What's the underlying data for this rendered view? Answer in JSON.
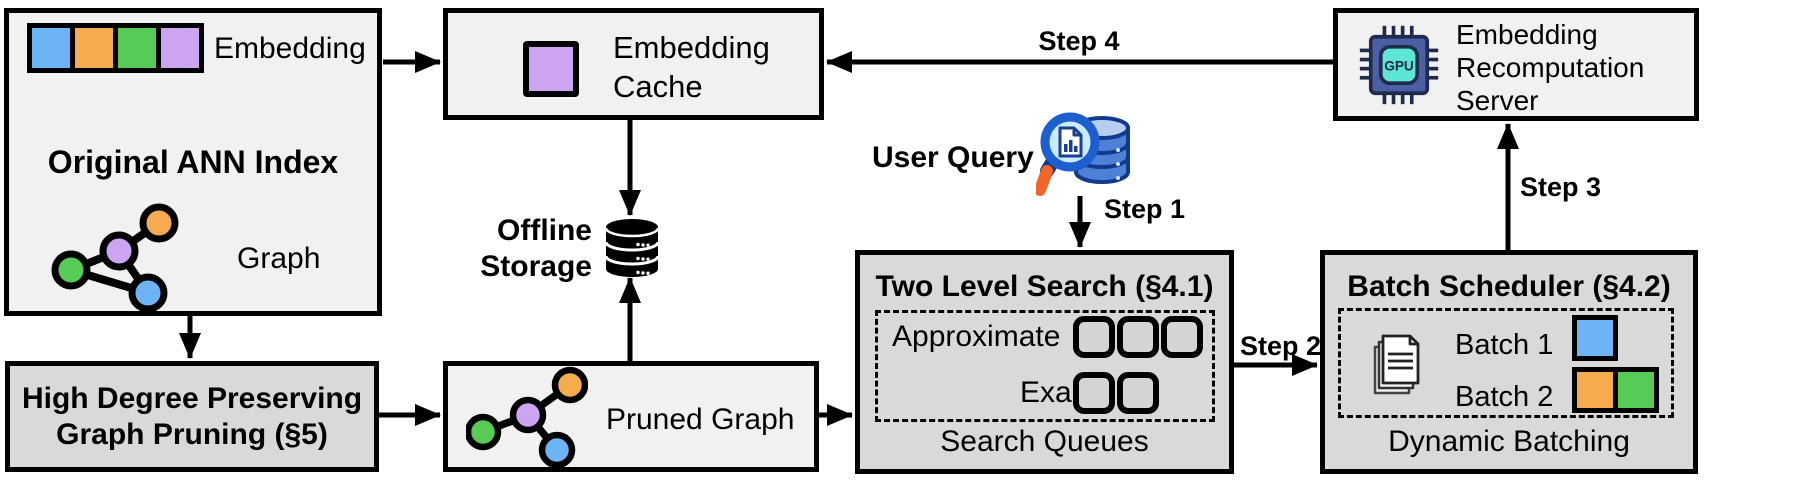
{
  "diagram": {
    "ann_index": {
      "title": "Original ANN Index",
      "embedding_label": "Embedding",
      "graph_label": "Graph"
    },
    "embedding_cache": {
      "title": "Embedding Cache"
    },
    "recomputation_server": {
      "title": "Embedding Recomputation Server",
      "chip_label": "GPU"
    },
    "offline_storage": {
      "label": "Offline Storage"
    },
    "user_query": {
      "label": "User Query"
    },
    "two_level_search": {
      "title": "Two Level Search (§4.1)",
      "approximate_label": "Approximate",
      "exact_label": "Exact",
      "caption": "Search Queues",
      "approximate_queue_count": 3,
      "exact_queue_count": 2
    },
    "batch_scheduler": {
      "title": "Batch Scheduler (§4.2)",
      "batch1_label": "Batch 1",
      "batch2_label": "Batch 2",
      "caption": "Dynamic Batching"
    },
    "graph_pruning": {
      "title": "High Degree Preserving Graph Pruning (§5)"
    },
    "pruned_graph": {
      "label": "Pruned Graph"
    },
    "steps": [
      {
        "label": "Step 1"
      },
      {
        "label": "Step 2"
      },
      {
        "label": "Step 3"
      },
      {
        "label": "Step 4"
      }
    ],
    "icons": {
      "graph_icon": "connected colored nodes",
      "pruned_graph_icon": "connected colored nodes with fewer edges",
      "database_icon": "black cylinder stack",
      "query_icon": "magnifier with document over blue database",
      "gpu_chip_icon": "GPU processor chip",
      "documents_icon": "stacked pages"
    },
    "colors": {
      "blue": "#6db4f5",
      "orange": "#f7ab4f",
      "green": "#56cb56",
      "purple": "#cda4f1",
      "light_box": "#f1f1f1",
      "gray_box": "#d9d9d9",
      "queue_slot": "#d4d4d4",
      "chip_body": "#4c5fa5",
      "chip_core": "#5ce4d4",
      "handle_orange": "#f2652a"
    }
  }
}
